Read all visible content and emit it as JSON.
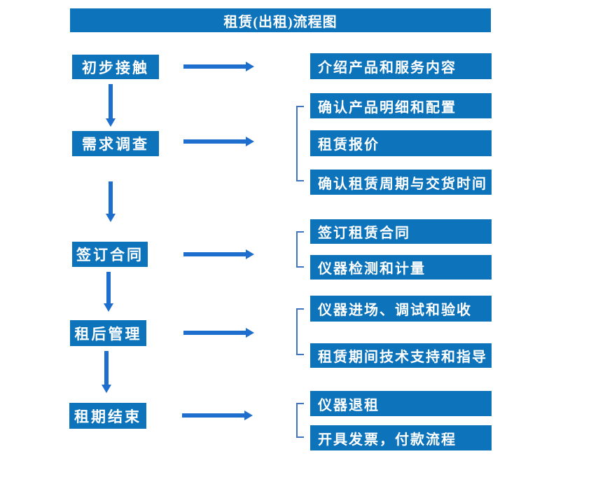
{
  "title": "租赁(出租)流程图",
  "colors": {
    "box_blue": "#0d73bb",
    "arrow_blue": "#1e6ecd",
    "bracket_blue": "#3e74c2",
    "text_white": "#ffffff"
  },
  "steps": [
    {
      "label": "初步接触",
      "details": [
        "介绍产品和服务内容"
      ]
    },
    {
      "label": "需求调查",
      "details": [
        "确认产品明细和配置",
        "租赁报价",
        "确认租赁周期与交货时间"
      ]
    },
    {
      "label": "签订合同",
      "details": [
        "签订租赁合同",
        "仪器检测和计量"
      ]
    },
    {
      "label": "租后管理",
      "details": [
        "仪器进场、调试和验收",
        "租赁期间技术支持和指导"
      ]
    },
    {
      "label": "租期结束",
      "details": [
        "仪器退租",
        "开具发票，付款流程"
      ]
    }
  ]
}
